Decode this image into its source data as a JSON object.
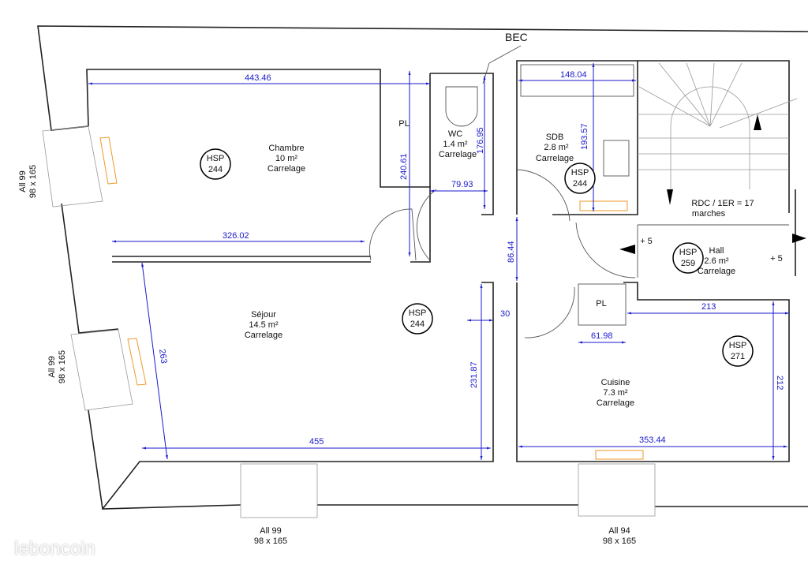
{
  "annotations": {
    "bec": "BEC",
    "stairs_line1": "RDC / 1ER = 17",
    "stairs_line2": "marches",
    "step_left": "+ 5",
    "step_right": "+ 5"
  },
  "rooms": {
    "chambre": {
      "name": "Chambre",
      "area": "10 m²",
      "floor": "Carrelage",
      "hsp_label": "HSP",
      "hsp": "244"
    },
    "wc": {
      "name": "WC",
      "area": "1.4 m²",
      "floor": "Carrelage"
    },
    "sdb": {
      "name": "SDB",
      "area": "2.8 m²",
      "floor": "Carrelage",
      "hsp_label": "HSP",
      "hsp": "244"
    },
    "hall": {
      "name": "Hall",
      "area": "2.6 m²",
      "floor": "Carrelage",
      "hsp_label": "HSP",
      "hsp": "259"
    },
    "sejour": {
      "name": "Séjour",
      "area": "14.5 m²",
      "floor": "Carrelage",
      "hsp_label": "HSP",
      "hsp": "244"
    },
    "cuisine": {
      "name": "Cuisine",
      "area": "7.3 m²",
      "floor": "Carrelage",
      "hsp_label": "HSP",
      "hsp": "271"
    },
    "pl1": {
      "name": "PL"
    },
    "pl2": {
      "name": "PL"
    }
  },
  "dimensions": {
    "d443": "443.46",
    "d326": "326.02",
    "d240": "240.61",
    "d176": "176.95",
    "d79": "79.93",
    "d148": "148.04",
    "d193": "193.57",
    "d86": "86.44",
    "d30": "30",
    "d263": "263",
    "d231": "231.87",
    "d455": "455",
    "d61": "61.98",
    "d213": "213",
    "d212": "212",
    "d353": "353.44"
  },
  "windows": [
    {
      "line1": "All 99",
      "line2": "98 x 165"
    },
    {
      "line1": "All 99",
      "line2": "98 x 165"
    },
    {
      "line1": "All 99",
      "line2": "98 x 165"
    },
    {
      "line1": "All 94",
      "line2": "98 x 165"
    }
  ],
  "watermark": "leboncoin",
  "colors": {
    "walls": "#222222",
    "dimensions": "#1a1acc",
    "radiators": "#ee9a2a"
  }
}
